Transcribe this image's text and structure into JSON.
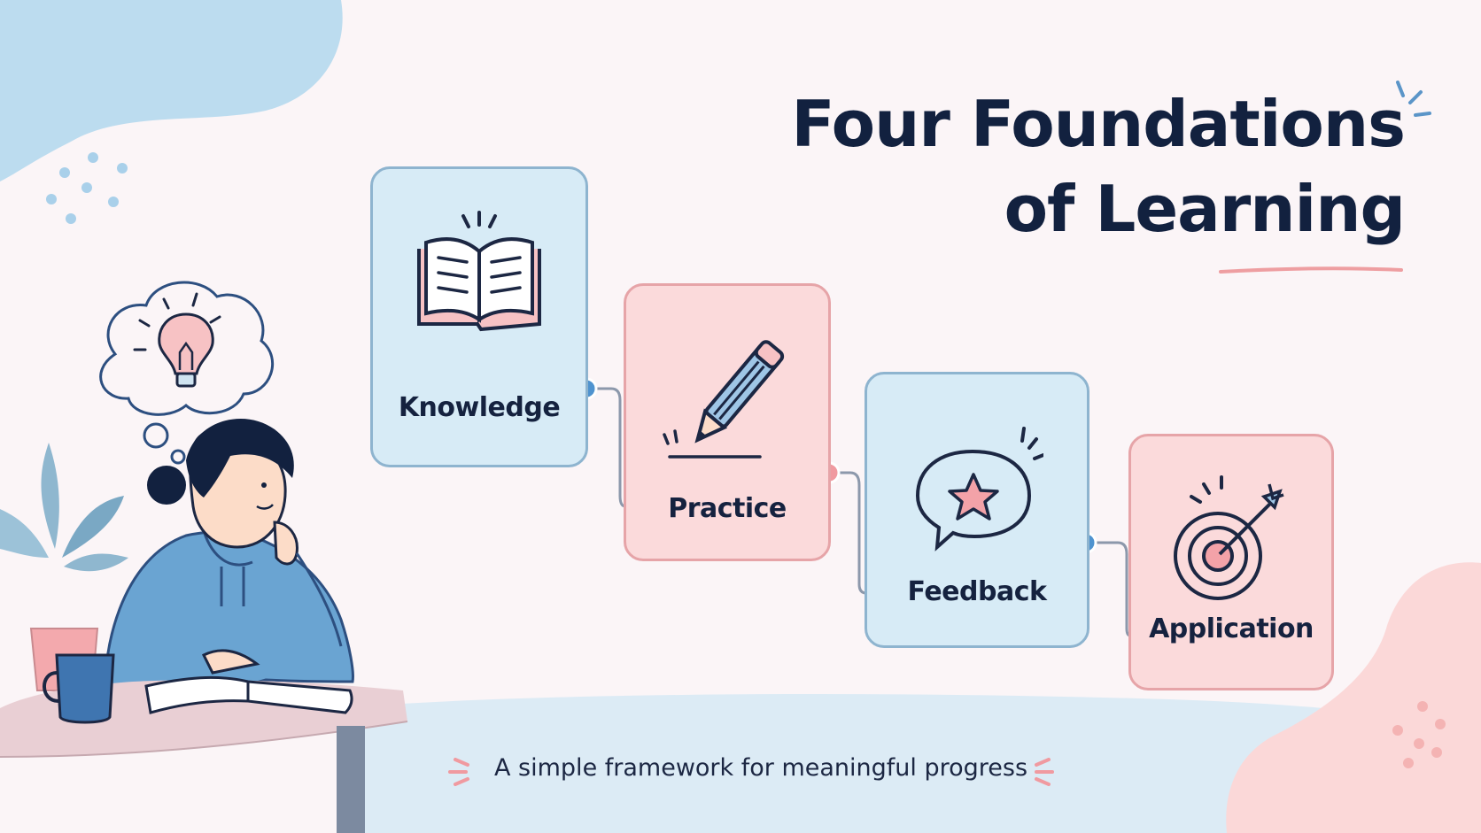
{
  "title": {
    "line1": "Four Foundations",
    "line2": "of Learning"
  },
  "cards": [
    {
      "label": "Knowledge",
      "icon": "open-book-icon",
      "color": "#d7ebf6"
    },
    {
      "label": "Practice",
      "icon": "pencil-icon",
      "color": "#fbdadb"
    },
    {
      "label": "Feedback",
      "icon": "speech-bubble-star-icon",
      "color": "#d7ebf6"
    },
    {
      "label": "Application",
      "icon": "target-arrow-icon",
      "color": "#fbdadb"
    }
  ],
  "subtitle": "A simple framework for meaningful progress",
  "colors": {
    "navy": "#12213f",
    "blue_accent": "#4f93cf",
    "pink_accent": "#f09aa0"
  }
}
